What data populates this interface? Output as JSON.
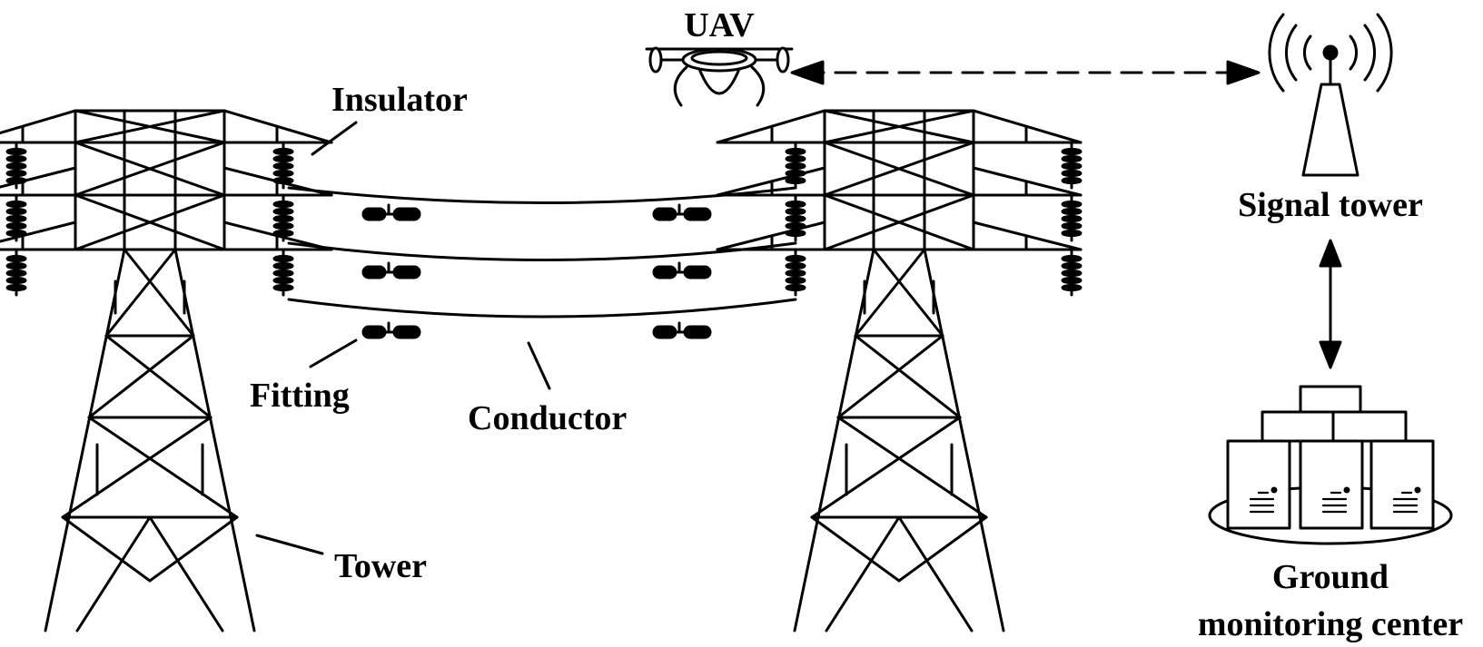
{
  "labels": {
    "uav": "UAV",
    "insulator": "Insulator",
    "fitting": "Fitting",
    "conductor": "Conductor",
    "tower": "Tower",
    "signal_tower": "Signal tower",
    "ground_line1": "Ground",
    "ground_line2": "monitoring center"
  },
  "colors": {
    "stroke": "#000000",
    "background": "#ffffff"
  },
  "icons": [
    "uav-drone-icon",
    "signal-tower-icon",
    "server-icon"
  ]
}
